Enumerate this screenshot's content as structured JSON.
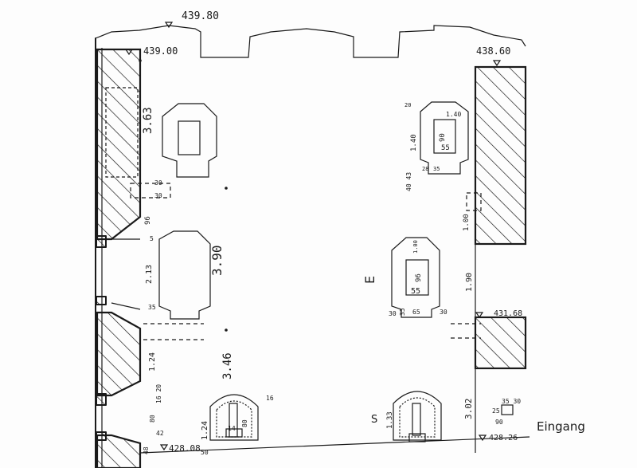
{
  "elevations": {
    "top": "439.80",
    "left_top": "439.00",
    "right_top": "438.60",
    "right_mid": "431.68",
    "bottom_left": "428.08",
    "bottom_right": "428.26"
  },
  "labels": {
    "entrance": "Eingang",
    "center_mark": "E"
  },
  "dims": {
    "left_upper_height": "3.63",
    "left_mid_height": "3.90",
    "left_lower_height": "3.46",
    "right_lower_height": "3.02",
    "right_mid_height": "1.90",
    "right_upper_width": "1.00",
    "left_2_13": "2.13",
    "left_1_24": "1.24",
    "left_1_24b": "1.24",
    "left_96": "96",
    "left_30": "30",
    "left_30b": "30",
    "left_5": "5",
    "left_35": "35",
    "left_16_20": "16 20",
    "left_80": "80",
    "left_48": "48",
    "left_42": "42",
    "left_50": "50",
    "niche_l_80": "80",
    "niche_l_14": "14",
    "niche_l_16": "16",
    "upper_r_1_40": "1.40",
    "upper_r_1_40b": "1.40",
    "upper_r_90": "90",
    "upper_r_55": "55",
    "upper_r_20": "20",
    "upper_r_28": "28",
    "upper_r_35": "35",
    "upper_r_40_43": "40 43",
    "mid_r_1_00": "1.00",
    "mid_r_96": "96",
    "mid_r_55": "55",
    "mid_r_30": "30",
    "mid_r_35": "35",
    "mid_r_65": "65",
    "mid_r_30b": "30",
    "niche_r_1_33": "1.33",
    "niche_r_S": "S",
    "small_25": "25",
    "small_35_30": "35 30",
    "small_90": "90"
  },
  "colors": {
    "ink": "#1a1a1a",
    "paper": "#fdfdfd"
  }
}
